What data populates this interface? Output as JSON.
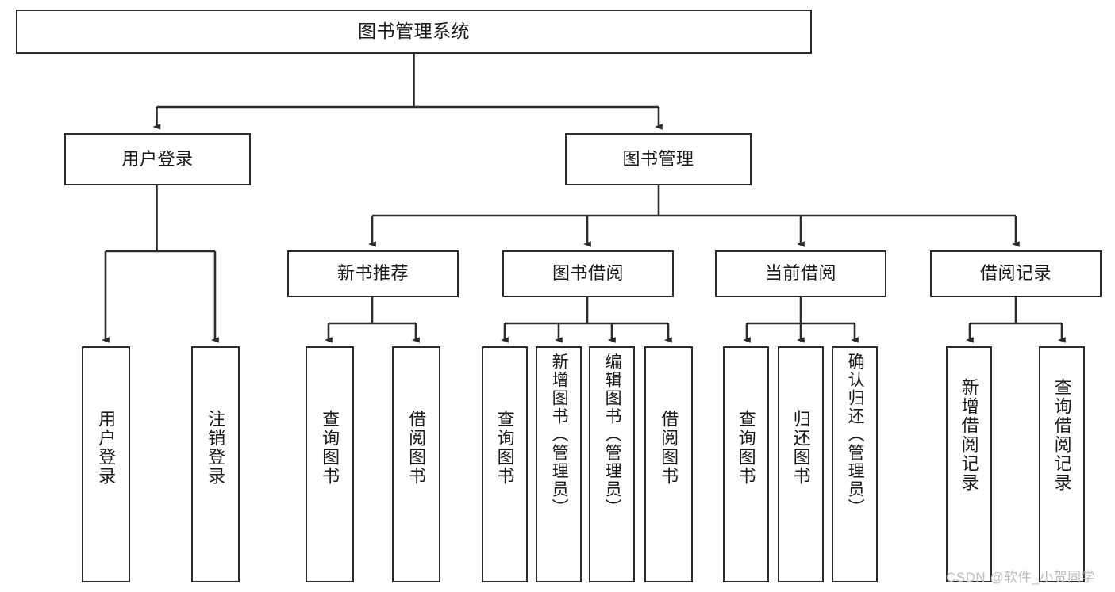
{
  "diagram": {
    "type": "tree-hierarchy",
    "title": "图书管理系统",
    "watermark": "CSDN @软件_小贺同学",
    "colors": {
      "stroke": "#2b2b2b",
      "fill": "#ffffff",
      "text": "#1a1a1a",
      "watermark": "#bdbdbd"
    },
    "nodes": {
      "root": {
        "label": "图书管理系统"
      },
      "level2": [
        {
          "id": "user-login",
          "label": "用户登录"
        },
        {
          "id": "book-manage",
          "label": "图书管理"
        }
      ],
      "level3": [
        {
          "id": "new-book-rec",
          "label": "新书推荐"
        },
        {
          "id": "book-borrow",
          "label": "图书借阅"
        },
        {
          "id": "current-borrow",
          "label": "当前借阅"
        },
        {
          "id": "borrow-record",
          "label": "借阅记录"
        }
      ],
      "leaves": {
        "user-login": [
          {
            "id": "leaf-user-login",
            "label": "用户登录"
          },
          {
            "id": "leaf-logout",
            "label": "注销登录"
          }
        ],
        "new-book-rec": [
          {
            "id": "leaf-query-book-1",
            "label": "查询图书"
          },
          {
            "id": "leaf-borrow-book-1",
            "label": "借阅图书"
          }
        ],
        "book-borrow": [
          {
            "id": "leaf-query-book-2",
            "label": "查询图书"
          },
          {
            "id": "leaf-add-book",
            "label": "新增图书（管理员）"
          },
          {
            "id": "leaf-edit-book",
            "label": "编辑图书（管理员）"
          },
          {
            "id": "leaf-borrow-book-2",
            "label": "借阅图书"
          }
        ],
        "current-borrow": [
          {
            "id": "leaf-query-book-3",
            "label": "查询图书"
          },
          {
            "id": "leaf-return-book",
            "label": "归还图书"
          },
          {
            "id": "leaf-confirm-return",
            "label": "确认归还（管理员）"
          }
        ],
        "borrow-record": [
          {
            "id": "leaf-add-record",
            "label": "新增借阅记录"
          },
          {
            "id": "leaf-query-record",
            "label": "查询借阅记录"
          }
        ]
      }
    }
  }
}
